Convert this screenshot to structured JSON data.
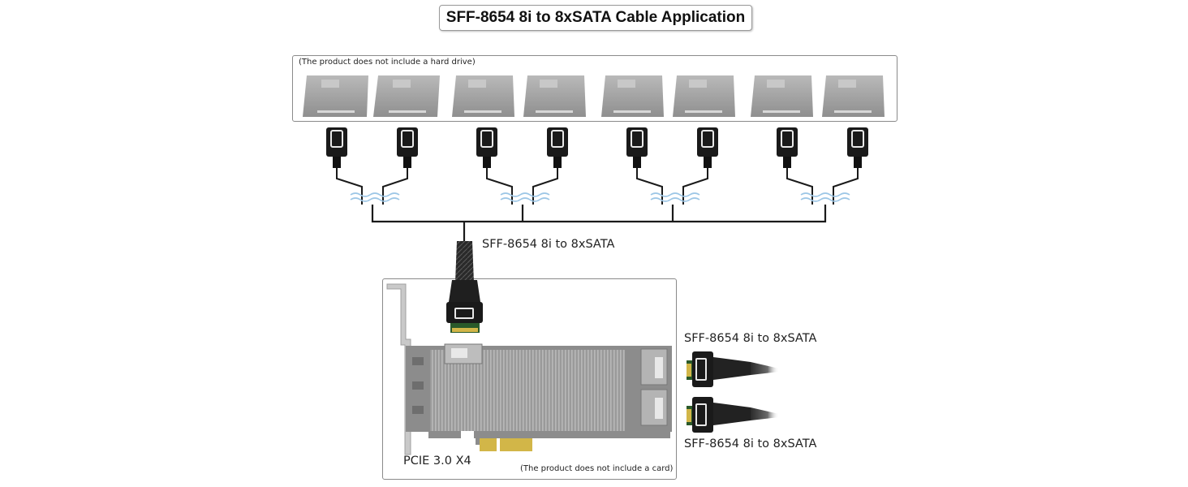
{
  "title": "SFF-8654 8i to 8xSATA Cable Application",
  "drives": {
    "note": "(The product does not include a hard drive)",
    "count": 8
  },
  "cable_label": "SFF-8654 8i to 8xSATA",
  "card": {
    "note": "(The product does not include a card)",
    "interface_label": "PCIE 3.0 X4",
    "port_labels": [
      "SFF-8654 8i to 8xSATA",
      "SFF-8654 8i to 8xSATA"
    ]
  },
  "colors": {
    "drive_gray": "#a8a8a8",
    "wave_blue": "#9cc6e6",
    "card_gray": "#8c8c8c",
    "gold": "#d2b648"
  }
}
